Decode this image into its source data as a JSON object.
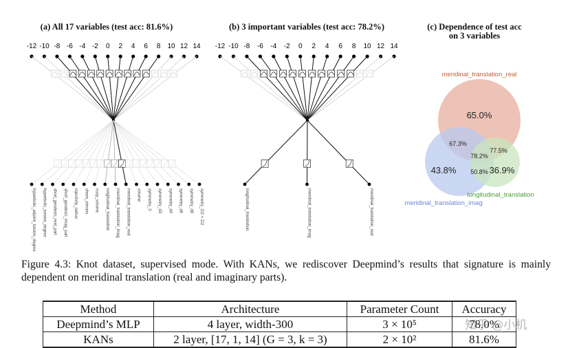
{
  "panels": {
    "a": {
      "title": "(a) All 17 variables (test acc: 81.6%)"
    },
    "b": {
      "title": "(b) 3 important variables (test acc: 78.2%)"
    },
    "c": {
      "title_line1": "(c) Dependence of test acc",
      "title_line2": "on 3 variables"
    }
  },
  "ticks": [
    "-12",
    "-10",
    "-8",
    "-6",
    "-4",
    "-2",
    "0",
    "2",
    "4",
    "6",
    "8",
    "10",
    "12",
    "14"
  ],
  "panel_a_inputs": [
    "hyperbolic_adjoint_torsion_degree",
    "hyperbolic_torsion_degree",
    "short_geodesic_real_part",
    "short_geodesic_imag_part",
    "injectivity_radius",
    "chern_simons",
    "cusp_volume",
    "longitudinal_translation",
    "meridinal_translation_imag",
    "meridinal_translation_real",
    "volume",
    "symmetry_0",
    "symmetry_d3",
    "symmetry_d4",
    "symmetry_d6",
    "symmetry_d8",
    "symmetry_Z/2 + Z/2"
  ],
  "panel_b_inputs": [
    "longitudinal_translation",
    "meridinal_translation_imag",
    "meridinal_translation_real"
  ],
  "venn": {
    "labels": {
      "real": "meridinal_translation_real",
      "imag": "meridinal_translation_imag",
      "long": "longitudinal_translation"
    },
    "values": {
      "real": "65.0%",
      "imag": "43.8%",
      "long": "36.9%",
      "real_imag": "67.3%",
      "real_long": "77.5%",
      "imag_long": "50.8%",
      "all": "78.2%"
    },
    "colors": {
      "real": "#e9b4a5",
      "imag": "#b8c9ef",
      "long": "#c9e6bd",
      "real_text": "#c0603e",
      "imag_text": "#6c86d0",
      "long_text": "#4e9a3a"
    }
  },
  "caption": "Figure 4.3: Knot dataset, supervised mode. With KANs, we rediscover Deepmind’s results that signature is mainly dependent on meridinal translation (real and imaginary parts).",
  "table": {
    "headers": [
      "Method",
      "Architecture",
      "Parameter Count",
      "Accuracy"
    ],
    "rows": [
      {
        "method": "Deepmind’s MLP",
        "arch": "4 layer, width-300",
        "params": "3 × 10⁵",
        "acc": "78.0%"
      },
      {
        "method": "KANs",
        "arch": "2 layer, [17, 1, 14] (G = 3, k = 3)",
        "params": "2 × 10²",
        "acc": "81.6%"
      }
    ]
  },
  "watermark": "知乎 @小机"
}
